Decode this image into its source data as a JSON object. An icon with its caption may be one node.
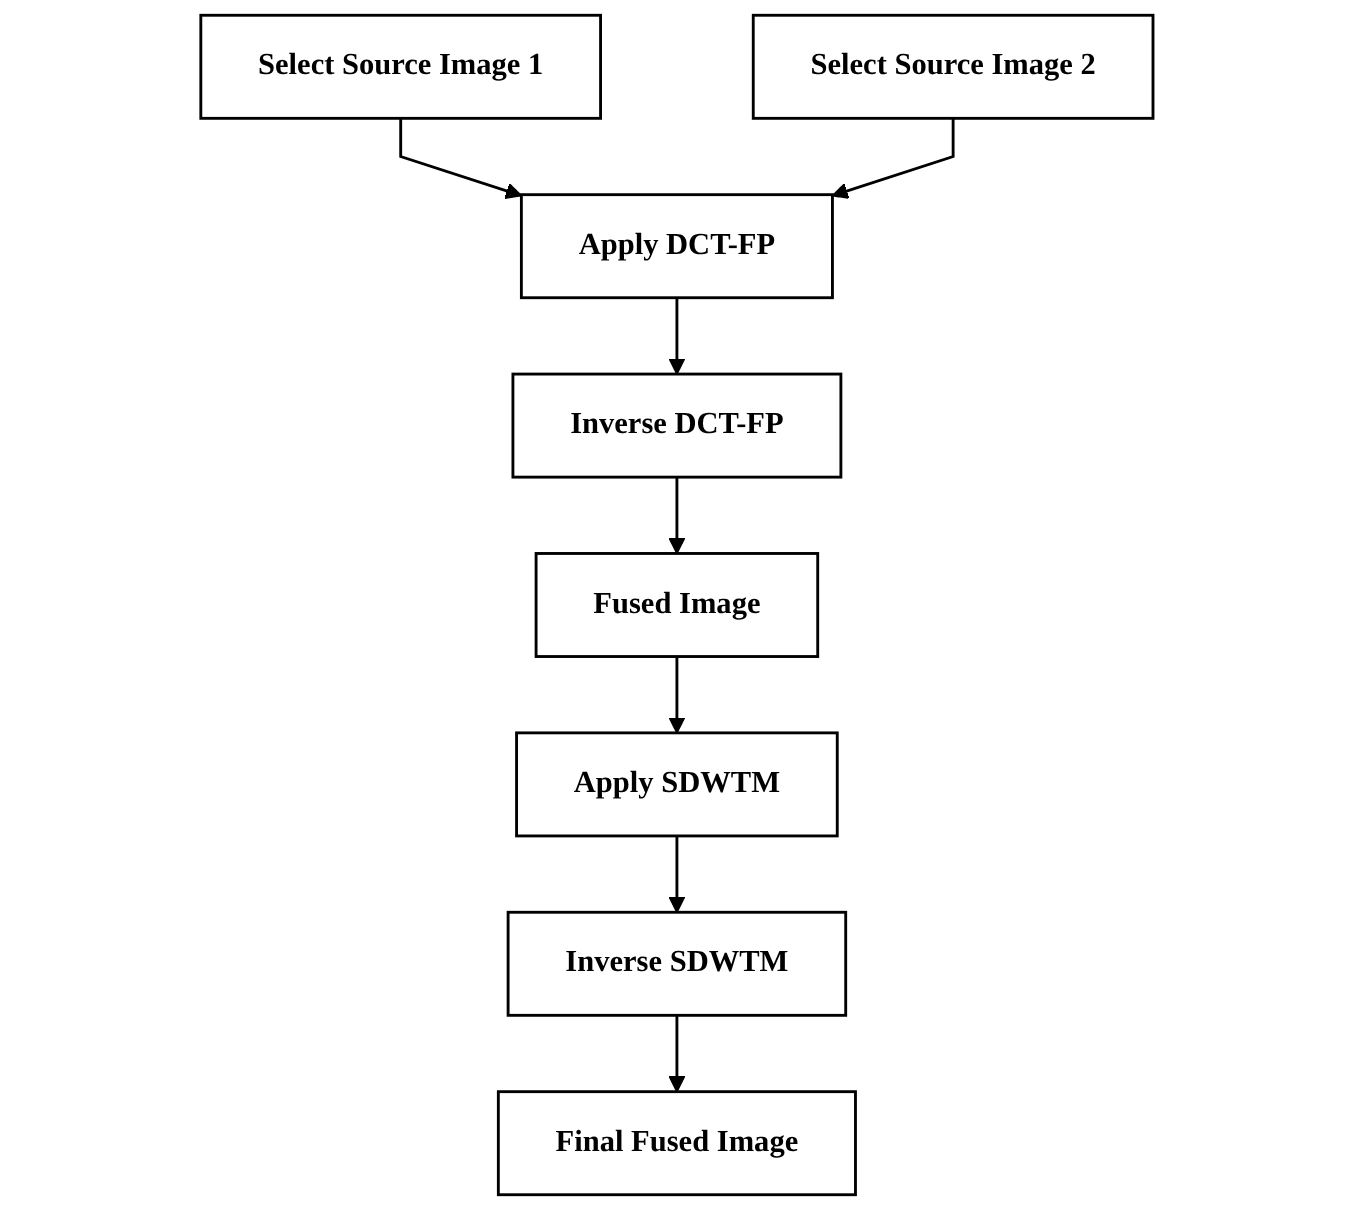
{
  "diagram": {
    "nodes": [
      {
        "text": [
          "Select Source Image 1"
        ]
      },
      {
        "text": [
          "Select Source Image 2"
        ]
      },
      {
        "text": [
          "Apply DCT-FP"
        ]
      },
      {
        "text": [
          "Inverse DCT-FP"
        ]
      },
      {
        "text": [
          "Fused Image"
        ]
      },
      {
        "text": [
          "Apply SDWTM"
        ]
      },
      {
        "text": [
          "Inverse SDWTM"
        ]
      },
      {
        "text": [
          "Final Fused Image"
        ]
      }
    ],
    "edges": [
      {
        "from": 0,
        "to": 2,
        "arrow": "to"
      },
      {
        "from": 1,
        "to": 2,
        "arrow": "to"
      },
      {
        "from": 2,
        "to": 3,
        "arrow": "to"
      },
      {
        "from": 3,
        "to": 4,
        "arrow": "to"
      },
      {
        "from": 4,
        "to": 5,
        "arrow": "to"
      },
      {
        "from": 5,
        "to": 6,
        "arrow": "to"
      },
      {
        "from": 6,
        "to": 7,
        "arrow": "to"
      }
    ]
  }
}
